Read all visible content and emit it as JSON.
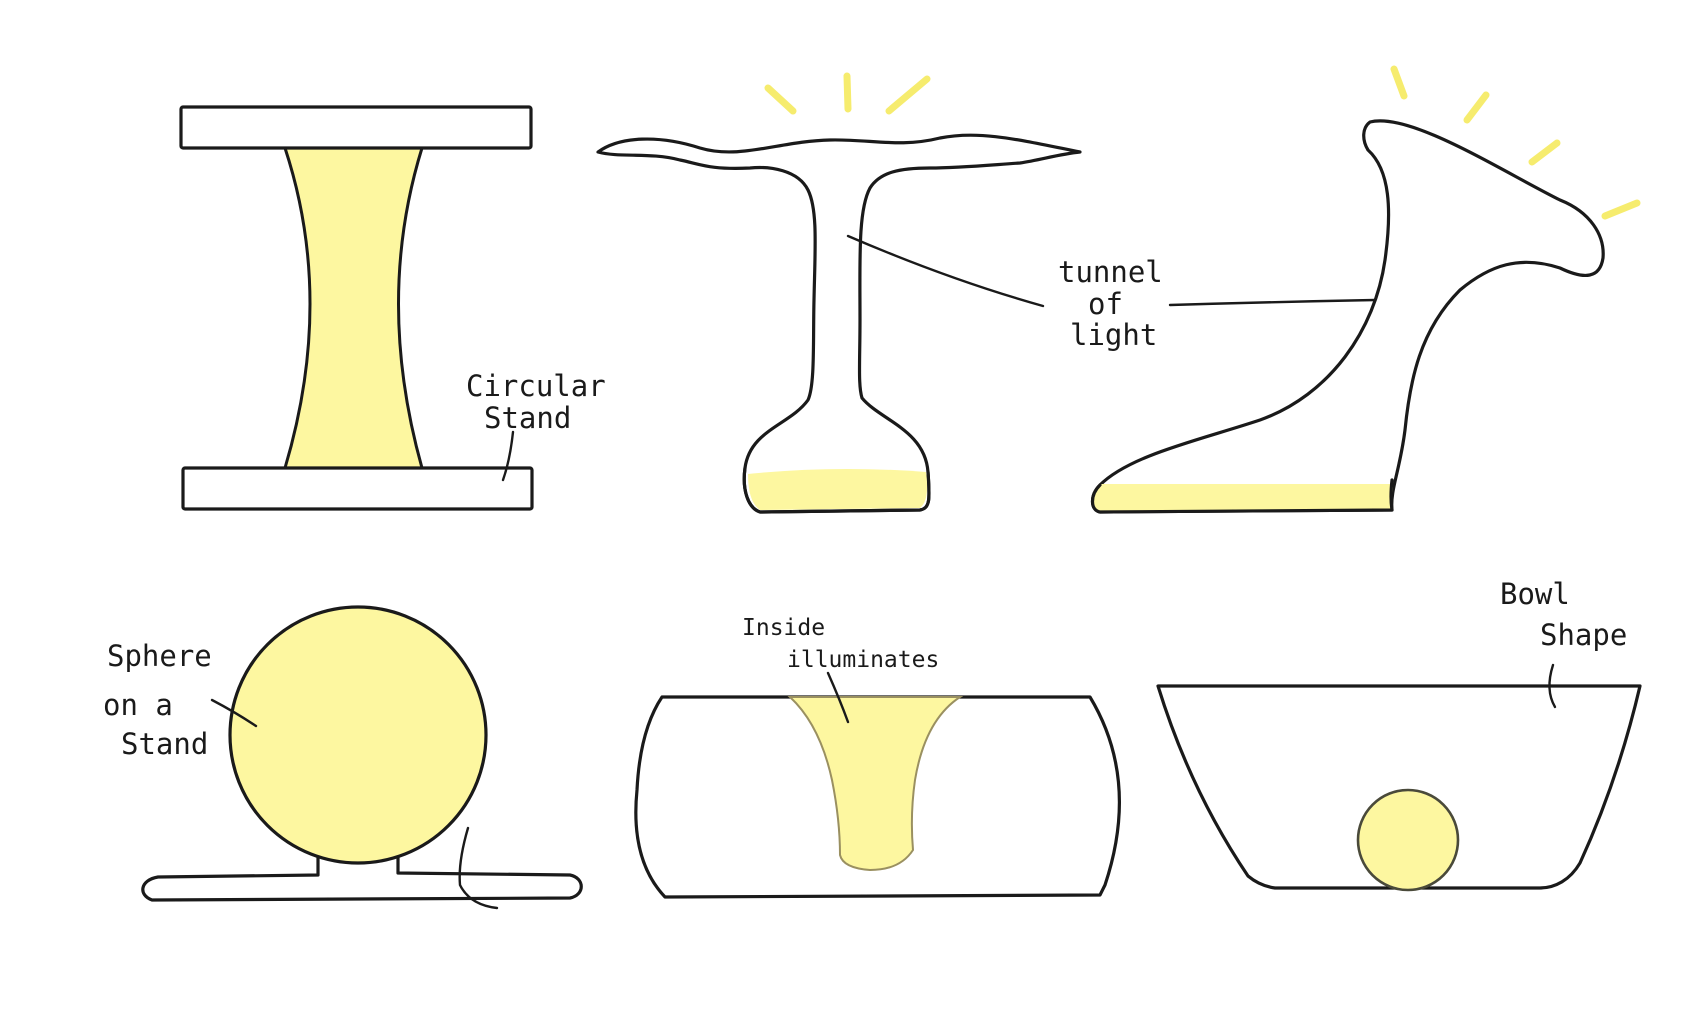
{
  "colors": {
    "ink": "#1a1a1a",
    "glow_fill": "#fdf7a0",
    "glow_edge": "#9a9060",
    "ray": "#f6ec6e",
    "paper": "#ffffff"
  },
  "labels": {
    "circular_stand": [
      "Circular",
      "Stand"
    ],
    "tunnel_of_light": [
      "tunnel",
      "of",
      "light"
    ],
    "sphere_on_a_stand": [
      "Sphere",
      "on a",
      "Stand"
    ],
    "inside_illuminates": [
      "Inside",
      "illuminates"
    ],
    "bowl_shape": [
      "Bowl",
      "Shape"
    ]
  }
}
